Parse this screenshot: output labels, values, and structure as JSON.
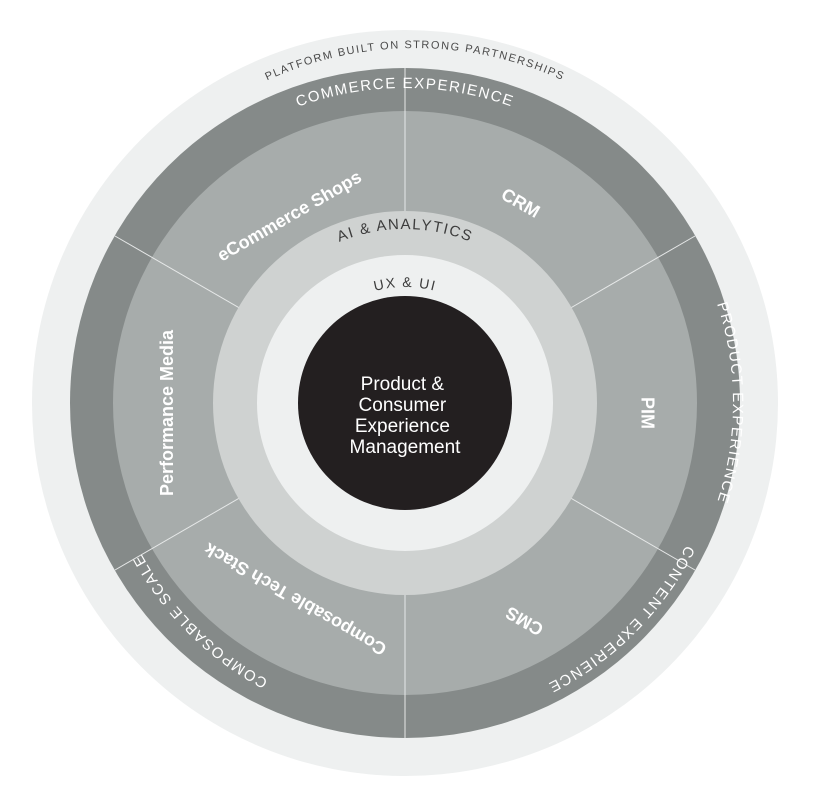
{
  "outer_ring": {
    "label": "PLATFORM BUILT ON STRONG PARTNERSHIPS"
  },
  "experience_ring": [
    {
      "label": "COMMERCE EXPERIENCE"
    },
    {
      "label": "PRODUCT EXPERIENCE"
    },
    {
      "label": "CONTENT EXPERIENCE"
    },
    {
      "label": "COMPOSABLE SCALE"
    }
  ],
  "segments": [
    {
      "label": "eCommerce Shops"
    },
    {
      "label": "CRM"
    },
    {
      "label": "PIM"
    },
    {
      "label": "CMS"
    },
    {
      "label": "Composable Tech Stack"
    },
    {
      "label": "Performance Media"
    }
  ],
  "analytics_ring": {
    "label": "AI & ANALYTICS"
  },
  "ux_ring": {
    "label": "UX & UI"
  },
  "core": {
    "lines": [
      "Product &",
      "Consumer",
      "Experience",
      "Management"
    ]
  },
  "colors": {
    "outer_ring": "#eef0f0",
    "experience_ring": "#858a89",
    "segment_ring": "#a7acab",
    "analytics_ring": "#cfd2d1",
    "ux_ring": "#eef0f0",
    "core": "#231f20",
    "ring_text": "#ffffff",
    "outer_text": "#4a4a4a",
    "inner_text": "#3c3c3c",
    "divider": "#e6e8e8"
  }
}
